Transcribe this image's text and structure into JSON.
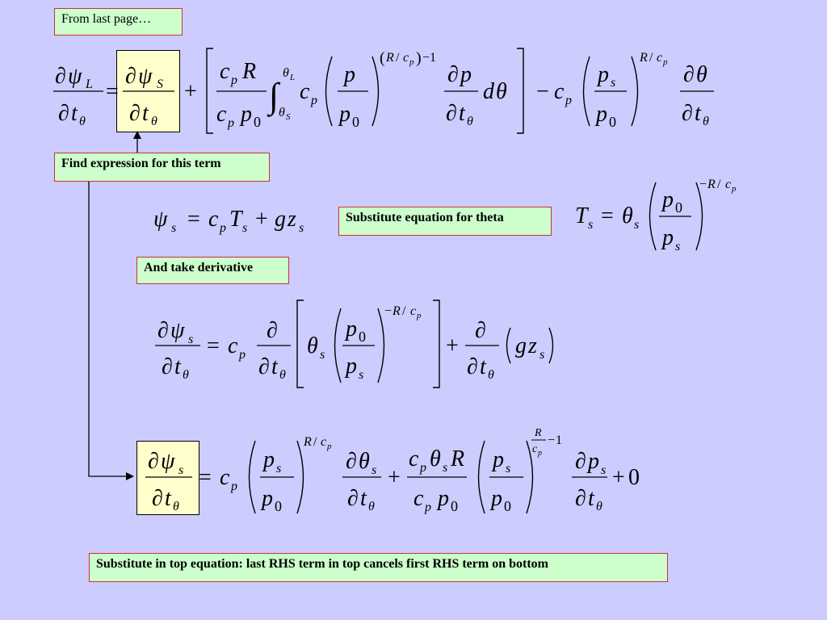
{
  "labels": {
    "from_last_page": "From last page…",
    "find_expression": "Find expression for this term",
    "substitute_theta": "Substitute equation for theta",
    "take_derivative": "And take derivative",
    "substitute_top": "Substitute in top equation: last RHS term in top cancels first RHS term on bottom"
  },
  "symbols": {
    "partial": "∂",
    "psi": "ψ",
    "theta": "θ",
    "t": "t",
    "equals": "=",
    "plus": "+",
    "minus": "−",
    "c": "c",
    "p": "p",
    "R": "R",
    "T": "T",
    "g": "g",
    "z": "z",
    "d": "d",
    "integral": "∫",
    "zero": "0",
    "one": "1",
    "slash": "/",
    "L": "L",
    "S": "S",
    "s": "s",
    "lparen": "(",
    "rparen": ")"
  }
}
